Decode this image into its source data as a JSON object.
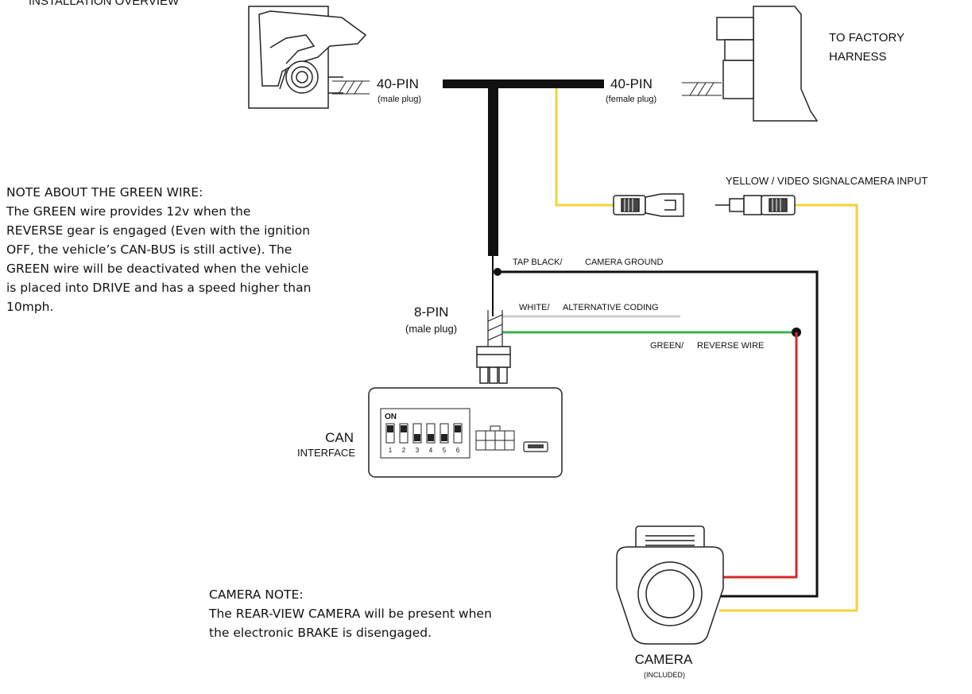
{
  "title": "INSTALLATION OVERVIEW",
  "factory_harness_label": "TO FACTORY\nHARNESS",
  "pin40_male": {
    "pins": "40-PIN",
    "type": "(male plug)"
  },
  "pin40_female": {
    "pins": "40-PIN",
    "type": "(female plug)"
  },
  "pin8": {
    "pins": "8-PIN",
    "type": "(male plug)"
  },
  "wire_labels": {
    "yellow": "YELLOW / VIDEO SIGNALCAMERA INPUT",
    "black_color": "TAP BLACK/",
    "black_fn": "CAMERA GROUND",
    "white_color": "WHITE/",
    "white_fn": "ALTERNATIVE CODING",
    "green_color": "GREEN/",
    "green_fn": "REVERSE WIRE"
  },
  "can_interface": {
    "line1": "CAN",
    "line2": "INTERFACE",
    "dip_on": "ON",
    "dip_numbers": [
      "1",
      "2",
      "3",
      "4",
      "5",
      "6"
    ]
  },
  "camera": {
    "label": "CAMERA",
    "sublabel": "(INCLUDED)"
  },
  "green_note": {
    "heading": "NOTE ABOUT THE GREEN WIRE:",
    "body": "The GREEN wire provides 12v when the\nREVERSE gear is engaged (Even with the ignition\nOFF, the vehicle’s CAN-BUS is still active). The\nGREEN wire will be deactivated when the vehicle\nis placed into DRIVE and has a speed higher than\n10mph."
  },
  "camera_note": {
    "heading": "CAMERA NOTE:",
    "body": "The REAR-VIEW CAMERA will be present when\nthe electronic BRAKE is disengaged."
  },
  "colors": {
    "yellow": "#f2d33a",
    "green": "#3cb04a",
    "red": "#d62a2a",
    "black": "#111111",
    "white_wire": "#cccccc"
  }
}
